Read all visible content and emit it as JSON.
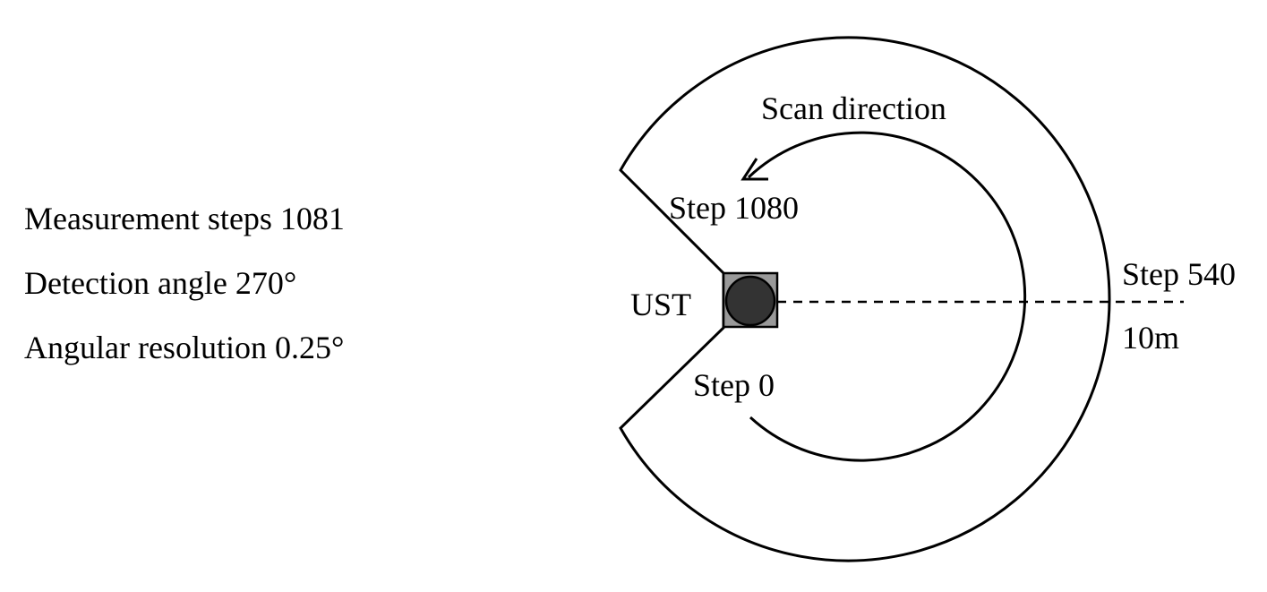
{
  "specs": {
    "measurement_steps": "Measurement steps 1081",
    "detection_angle": "Detection angle 270°",
    "angular_resolution": "Angular resolution 0.25°"
  },
  "diagram": {
    "scan_direction": "Scan direction",
    "step_1080": "Step 1080",
    "step_540": "Step 540",
    "step_0": "Step 0",
    "range": "10m",
    "sensor": "UST"
  },
  "colors": {
    "sensor_box": "#999999",
    "sensor_lens": "#333333"
  }
}
